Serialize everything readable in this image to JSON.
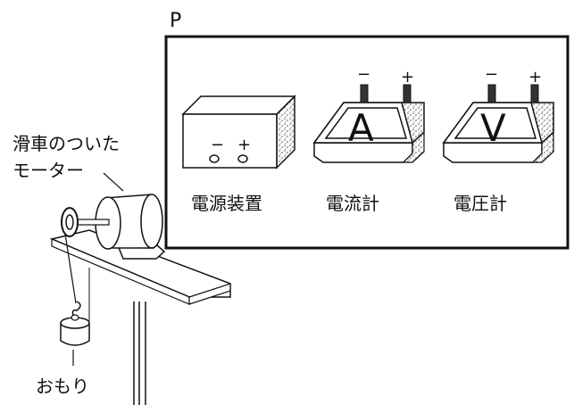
{
  "figure": {
    "box_label": "P",
    "devices": [
      {
        "label": "電源装置",
        "minus": "−",
        "plus": "+"
      },
      {
        "label": "電流計",
        "face": "A",
        "minus": "−",
        "plus": "+"
      },
      {
        "label": "電圧計",
        "face": "V",
        "minus": "−",
        "plus": "+"
      }
    ],
    "motor_label_line1": "滑車のついた",
    "motor_label_line2": "モーター",
    "weight_label": "おもり"
  }
}
